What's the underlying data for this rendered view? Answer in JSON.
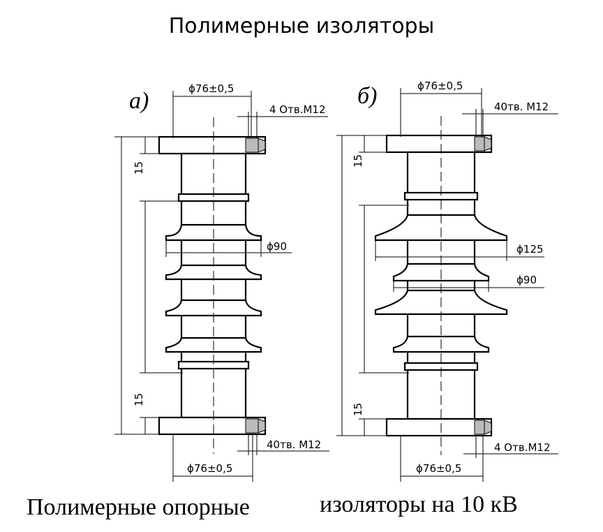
{
  "title": "Полимерные изоляторы",
  "caption": {
    "left": "Полимерные опорные",
    "right": "изоляторы на 10 кВ"
  },
  "left_insulator": {
    "label": "а)",
    "top_flange_dim": "ϕ76±0,5",
    "top_holes": "4 Отв.М12",
    "bottom_flange_dim": "ϕ76±0,5",
    "bottom_holes": "40тв. М12",
    "shed_dim": "ϕ90",
    "top_flange_height": "15",
    "bottom_flange_height": "15"
  },
  "right_insulator": {
    "label": "б)",
    "top_flange_dim": "ϕ76±0,5",
    "top_holes": "40тв. М12",
    "bottom_flange_dim": "ϕ76±0,5",
    "bottom_holes": "4 Отв.М12",
    "large_shed_dim": "ϕ125",
    "small_shed_dim": "ϕ90",
    "top_flange_height": "15",
    "bottom_flange_height": "15"
  }
}
